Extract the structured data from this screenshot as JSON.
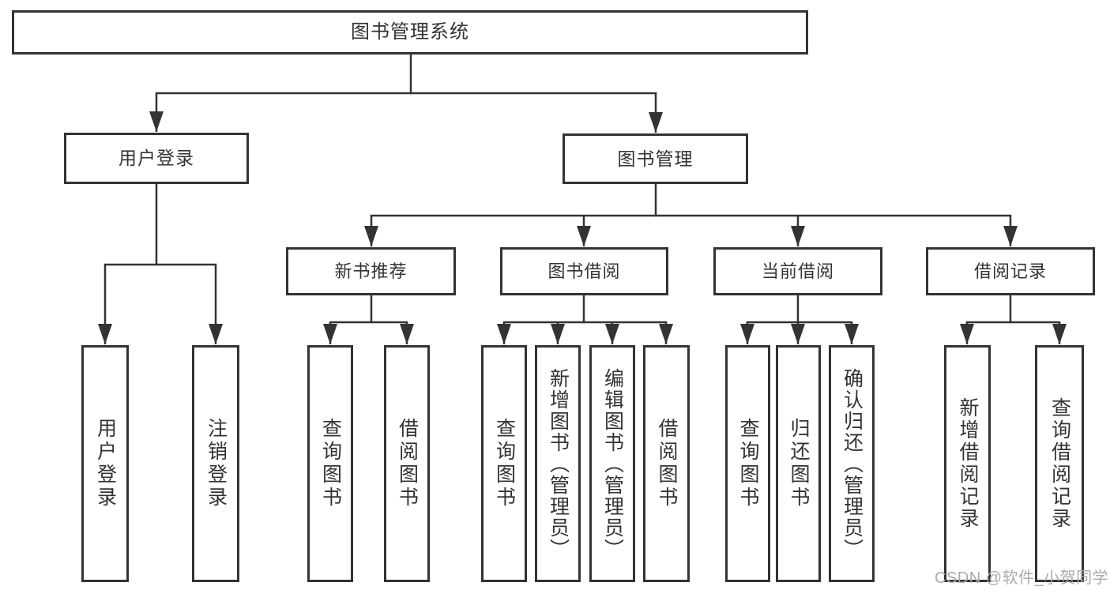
{
  "diagram_title": "图书管理系统",
  "watermark": "CSDN @软件_小贺同学",
  "colors": {
    "line": "#333333",
    "text": "#333333",
    "box_background": "#ffffff",
    "watermark": "#a7aab4"
  },
  "nodes": {
    "root": {
      "label": "图书管理系统"
    },
    "user_login": {
      "label": "用户登录"
    },
    "book_mgmt": {
      "label": "图书管理"
    },
    "new_book_rec": {
      "label": "新书推荐"
    },
    "book_borrow": {
      "label": "图书借阅"
    },
    "current_borrow": {
      "label": "当前借阅"
    },
    "borrow_record": {
      "label": "借阅记录"
    },
    "ul_login": {
      "label": "用户登录"
    },
    "ul_logout": {
      "label": "注销登录"
    },
    "nbr_query": {
      "label": "查询图书"
    },
    "nbr_borrow": {
      "label": "借阅图书"
    },
    "bb_query": {
      "label": "查询图书"
    },
    "bb_add": {
      "label": "新增图书（管理员）"
    },
    "bb_edit": {
      "label": "编辑图书（管理员）"
    },
    "bb_borrow": {
      "label": "借阅图书"
    },
    "cb_query": {
      "label": "查询图书"
    },
    "cb_return": {
      "label": "归还图书"
    },
    "cb_confirm": {
      "label": "确认归还（管理员）"
    },
    "br_add": {
      "label": "新增借阅记录"
    },
    "br_query": {
      "label": "查询借阅记录"
    }
  }
}
